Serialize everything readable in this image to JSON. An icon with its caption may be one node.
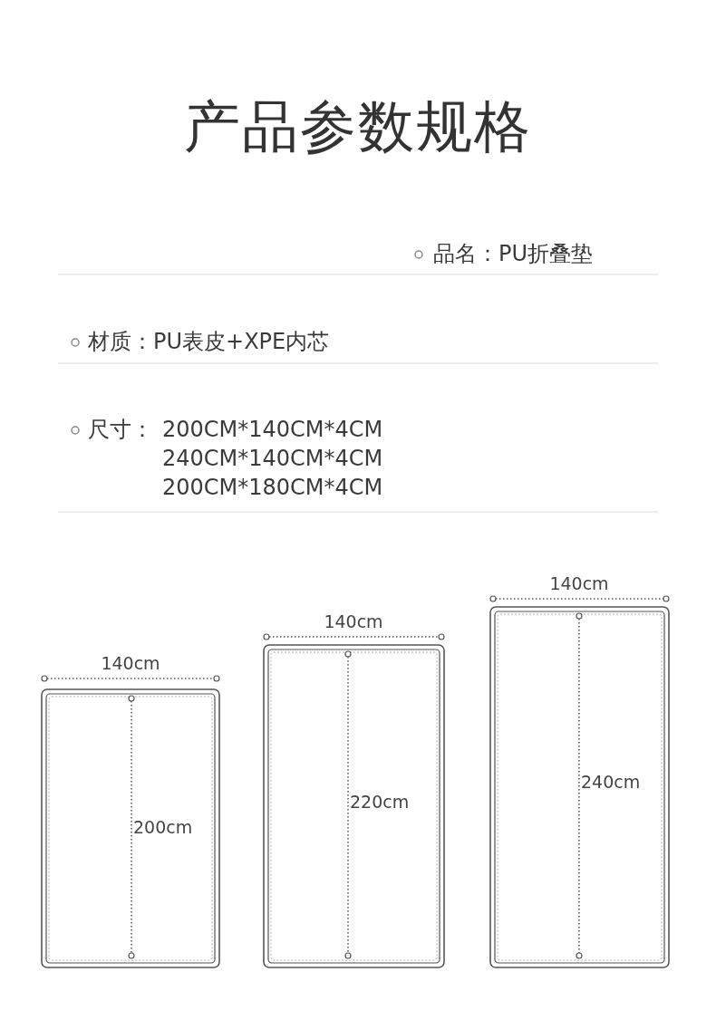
{
  "diagram": {
    "title": "产品参数规格",
    "labels": [
      "品名：PU折叠垫",
      "材质：PU表皮+XPE内芯",
      "尺寸：",
      "200CM*140CM*4CM",
      "240CM*140CM*4CM",
      "200CM*180CM*4CM",
      "140cm",
      "200cm",
      "140cm",
      "220cm",
      "140cm",
      "240cm"
    ]
  }
}
